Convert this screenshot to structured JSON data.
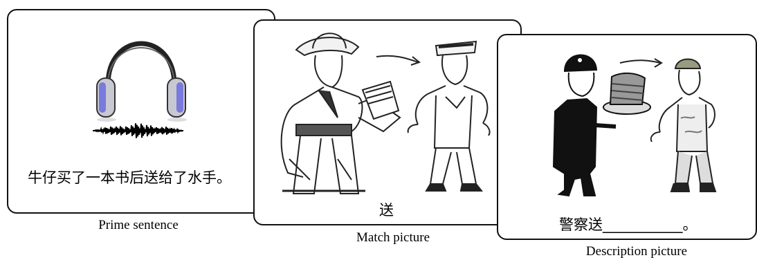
{
  "panels": [
    {
      "id": "prime",
      "caption": "Prime sentence",
      "sentence": "牛仔买了一本书后送给了水手。"
    },
    {
      "id": "match",
      "caption": "Match picture",
      "verb": "送"
    },
    {
      "id": "description",
      "caption": "Description picture",
      "prompt": "警察送___________。"
    }
  ]
}
